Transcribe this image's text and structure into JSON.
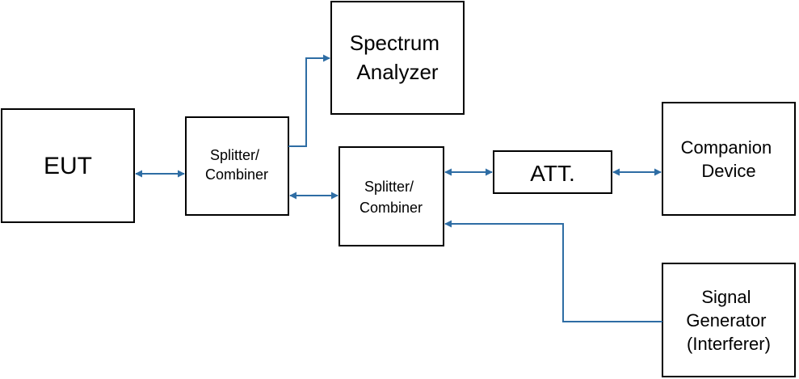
{
  "colors": {
    "connector": "#2e6da4",
    "block_border": "#000000",
    "background": "#ffffff"
  },
  "blocks": {
    "eut": {
      "lines": [
        "EUT"
      ]
    },
    "splitter1": {
      "lines": [
        "Splitter/",
        "Combiner"
      ]
    },
    "spectrum_analyzer": {
      "lines": [
        "Spectrum",
        "Analyzer"
      ]
    },
    "splitter2": {
      "lines": [
        "Splitter/",
        "Combiner"
      ]
    },
    "attenuator": {
      "lines": [
        "ATT."
      ]
    },
    "companion_device": {
      "lines": [
        "Companion",
        "Device"
      ]
    },
    "signal_generator": {
      "lines": [
        "Signal",
        "Generator",
        "(Interferer)"
      ]
    }
  }
}
